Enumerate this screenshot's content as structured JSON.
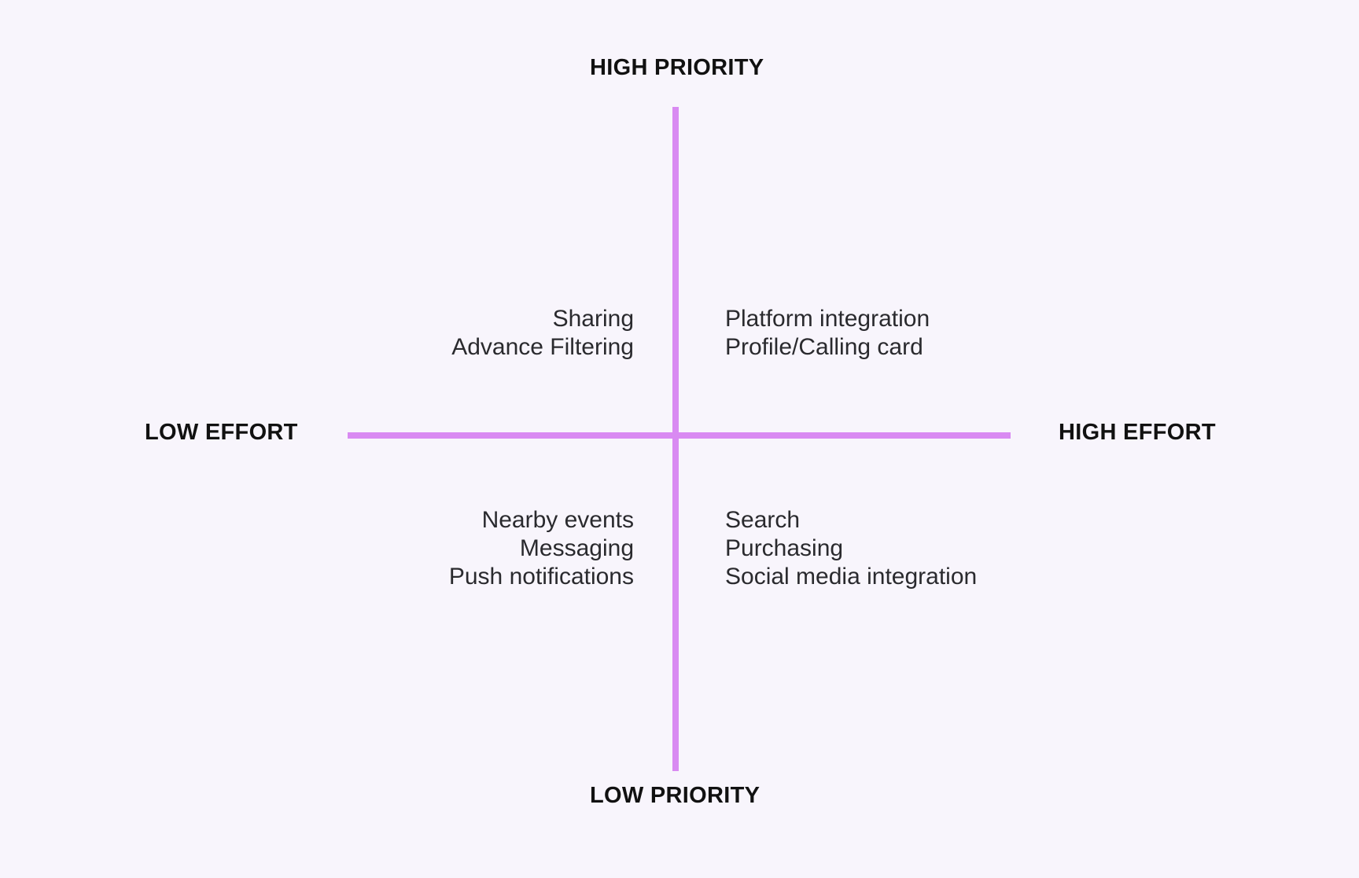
{
  "axes": {
    "top": "HIGH PRIORITY",
    "bottom": "LOW PRIORITY",
    "left": "LOW EFFORT",
    "right": "HIGH EFFORT"
  },
  "quadrants": {
    "high_priority_low_effort": [
      "Sharing",
      "Advance Filtering"
    ],
    "high_priority_high_effort": [
      "Platform integration",
      "Profile/Calling card"
    ],
    "low_priority_low_effort": [
      "Nearby events",
      "Messaging",
      "Push notifications"
    ],
    "low_priority_high_effort": [
      "Search",
      "Purchasing",
      "Social media integration"
    ]
  },
  "colors": {
    "axis_line": "#d98af2",
    "background": "#f8f5fc"
  }
}
